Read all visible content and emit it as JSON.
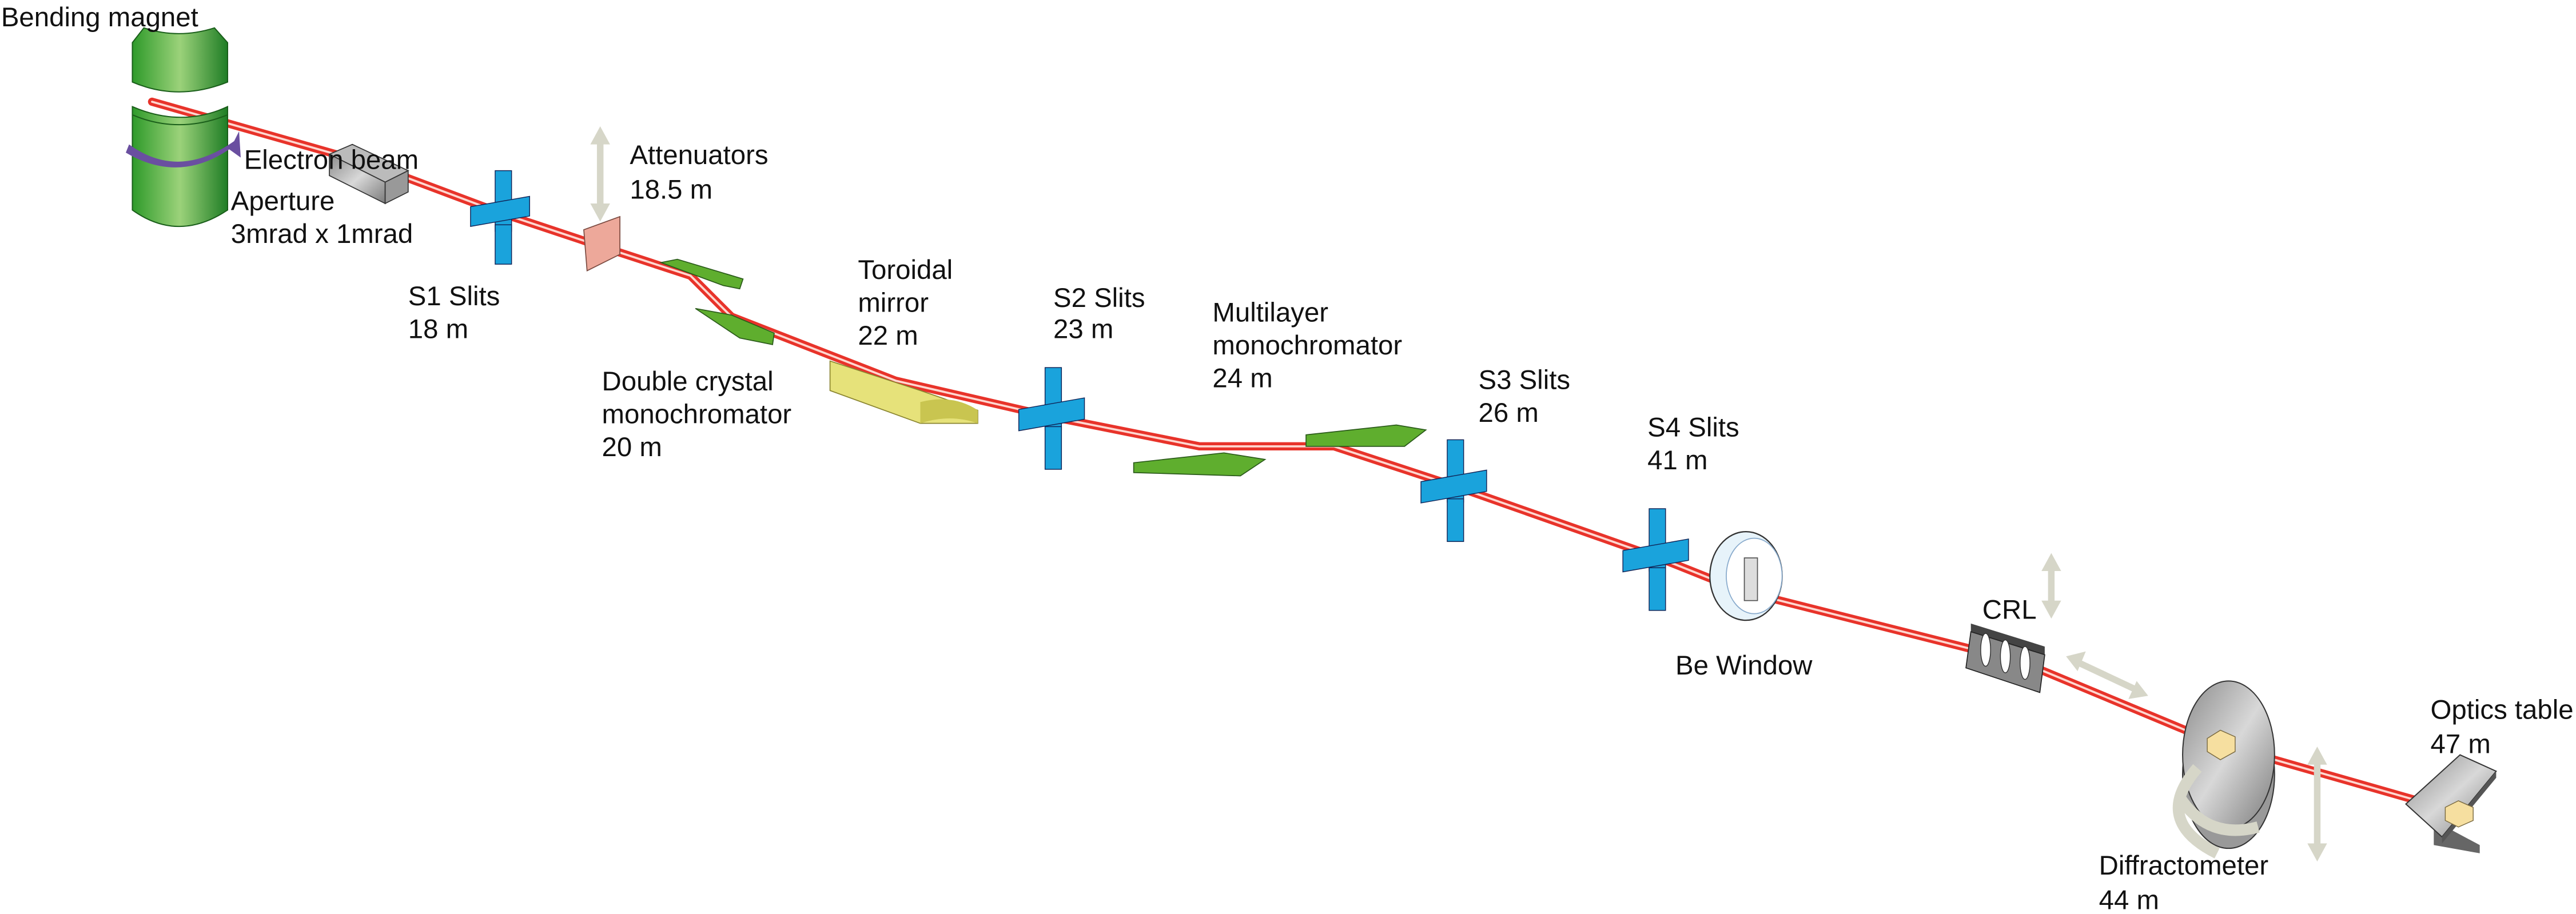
{
  "labels": {
    "bending_magnet": "Bending magnet",
    "electron_beam": "Electron beam",
    "aperture": {
      "name": "Aperture",
      "detail": "3mrad x 1mrad"
    },
    "attenuators": {
      "name": "Attenuators",
      "distance": "18.5 m"
    },
    "s1": {
      "name": "S1 Slits",
      "distance": "18 m"
    },
    "dcm": {
      "name1": "Double crystal",
      "name2": "monochromator",
      "distance": "20 m"
    },
    "toroidal": {
      "name1": "Toroidal",
      "name2": "mirror",
      "distance": "22 m"
    },
    "s2": {
      "name": "S2 Slits",
      "distance": "23 m"
    },
    "multilayer": {
      "name1": "Multilayer",
      "name2": "monochromator",
      "distance": "24 m"
    },
    "s3": {
      "name": "S3 Slits",
      "distance": "26 m"
    },
    "s4": {
      "name": "S4 Slits",
      "distance": "41 m"
    },
    "be_window": "Be Window",
    "crl": "CRL",
    "diffractometer": {
      "name": "Diffractometer",
      "distance": "44 m"
    },
    "optics_table": {
      "name": "Optics table",
      "distance": "47 m"
    }
  },
  "colors": {
    "beam": "#e8332a",
    "magnet": "#3aa835",
    "slits": "#1aa3dc",
    "crystal": "#5fae2e",
    "mirror": "#e6e27a",
    "attenuator": "#eda89a",
    "arrow": "#d6d6c8",
    "electron_arrow": "#6a4fa0"
  }
}
